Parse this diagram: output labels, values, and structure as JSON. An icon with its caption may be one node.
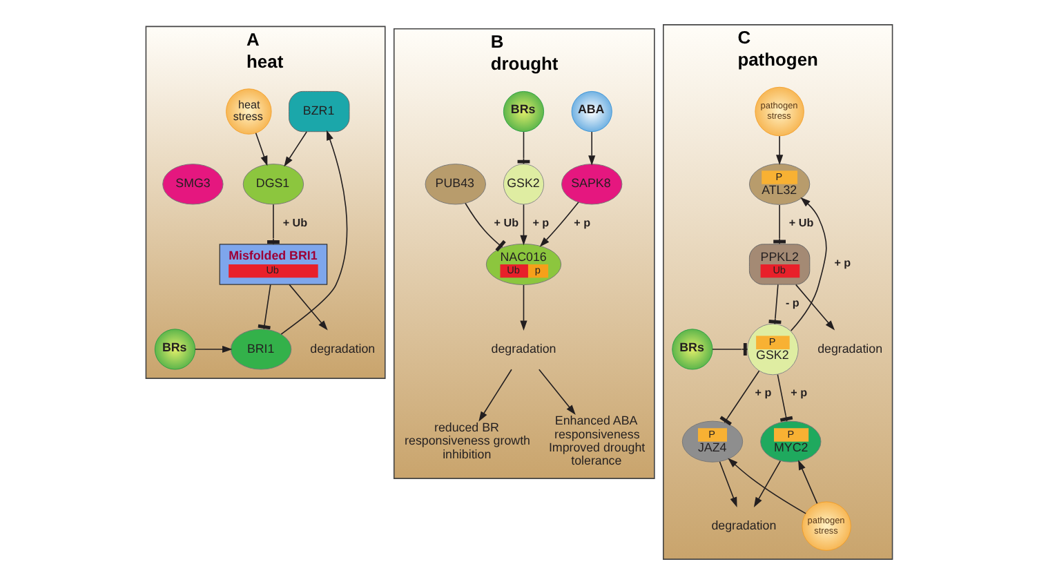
{
  "diagram": {
    "nodes": [
      {
        "text": [
          "A",
          "heat"
        ]
      },
      {
        "text": [
          "BZR1"
        ],
        "in": 0
      },
      {
        "text": [
          "heat stress"
        ],
        "in": 0
      },
      {
        "text": [
          "SMG3"
        ],
        "in": 0
      },
      {
        "text": [
          "DGS1"
        ],
        "in": 0
      },
      {
        "text": [
          "Misfolded BRI1",
          "Ub"
        ],
        "in": 0
      },
      {
        "text": [
          "degradation"
        ],
        "in": 0
      },
      {
        "text": [
          "BRI1"
        ],
        "in": 0
      },
      {
        "text": [
          "BRs"
        ],
        "in": 0
      },
      {
        "text": [
          "B",
          "drought"
        ]
      },
      {
        "text": [
          "ABA"
        ],
        "in": 9
      },
      {
        "text": [
          "BRs"
        ],
        "in": 9
      },
      {
        "text": [
          "SAPK8"
        ],
        "in": 9
      },
      {
        "text": [
          "PUB43"
        ],
        "in": 9
      },
      {
        "text": [
          "GSK2"
        ],
        "in": 9
      },
      {
        "text": [
          "NAC016",
          "Ub",
          "p"
        ],
        "in": 9
      },
      {
        "text": [
          "degradation"
        ],
        "in": 9
      },
      {
        "text": [
          "reduced BR responsiveness growth inhibition"
        ],
        "in": 9
      },
      {
        "text": [
          "Enhanced ABA responsiveness Improved drought tolerance"
        ],
        "in": 9
      },
      {
        "text": [
          "C",
          "pathogen"
        ]
      },
      {
        "text": [
          "pathogen stress"
        ],
        "in": 19
      },
      {
        "text": [
          "P",
          "ATL32"
        ],
        "in": 19
      },
      {
        "text": [
          "PPKL2",
          "Ub"
        ],
        "in": 19
      },
      {
        "text": [
          "degradation"
        ],
        "in": 19
      },
      {
        "text": [
          "BRs"
        ],
        "in": 19
      },
      {
        "text": [
          "P",
          "GSK2"
        ],
        "in": 19
      },
      {
        "text": [
          "P",
          "JAZ4"
        ],
        "in": 19
      },
      {
        "text": [
          "P",
          "MYC2"
        ],
        "in": 19
      },
      {
        "text": [
          "pathogen stress"
        ],
        "in": 19
      },
      {
        "text": [
          "degradation"
        ],
        "in": 19
      }
    ],
    "edges": [
      {
        "from": 1,
        "to": 4,
        "arrow": "to"
      },
      {
        "from": 2,
        "to": 4,
        "arrow": "to"
      },
      {
        "from": 4,
        "to": 5,
        "arrow": "other",
        "label": "+ Ub"
      },
      {
        "from": 5,
        "to": 6,
        "arrow": "to"
      },
      {
        "from": 5,
        "to": 7,
        "arrow": "other"
      },
      {
        "from": 8,
        "to": 7,
        "arrow": "to"
      },
      {
        "from": 7,
        "to": 1,
        "arrow": "to"
      },
      {
        "from": 10,
        "to": 12,
        "arrow": "to"
      },
      {
        "from": 11,
        "to": 14,
        "arrow": "other"
      },
      {
        "from": 12,
        "to": 15,
        "arrow": "to",
        "label": "+ p"
      },
      {
        "from": 13,
        "to": 15,
        "arrow": "other",
        "label": "+ Ub"
      },
      {
        "from": 14,
        "to": 15,
        "arrow": "to",
        "label": "+ p"
      },
      {
        "from": 15,
        "to": 16,
        "arrow": "to"
      },
      {
        "from": 16,
        "to": 17,
        "arrow": "to"
      },
      {
        "from": 16,
        "to": 18,
        "arrow": "to"
      },
      {
        "from": 20,
        "to": 21,
        "arrow": "to"
      },
      {
        "from": 21,
        "to": 22,
        "arrow": "other",
        "label": "+ Ub"
      },
      {
        "from": 22,
        "to": 23,
        "arrow": "to"
      },
      {
        "from": 22,
        "to": 25,
        "arrow": "other",
        "label": "- p"
      },
      {
        "from": 25,
        "to": 21,
        "arrow": "to",
        "label": "+ p"
      },
      {
        "from": 24,
        "to": 25,
        "arrow": "other"
      },
      {
        "from": 25,
        "to": 26,
        "arrow": "other",
        "label": "+ p"
      },
      {
        "from": 25,
        "to": 27,
        "arrow": "other",
        "label": "+ p"
      },
      {
        "from": 28,
        "to": 26,
        "arrow": "to"
      },
      {
        "from": 28,
        "to": 27,
        "arrow": "to"
      },
      {
        "from": 26,
        "to": 29,
        "arrow": "to"
      },
      {
        "from": 27,
        "to": 29,
        "arrow": "to"
      }
    ]
  }
}
